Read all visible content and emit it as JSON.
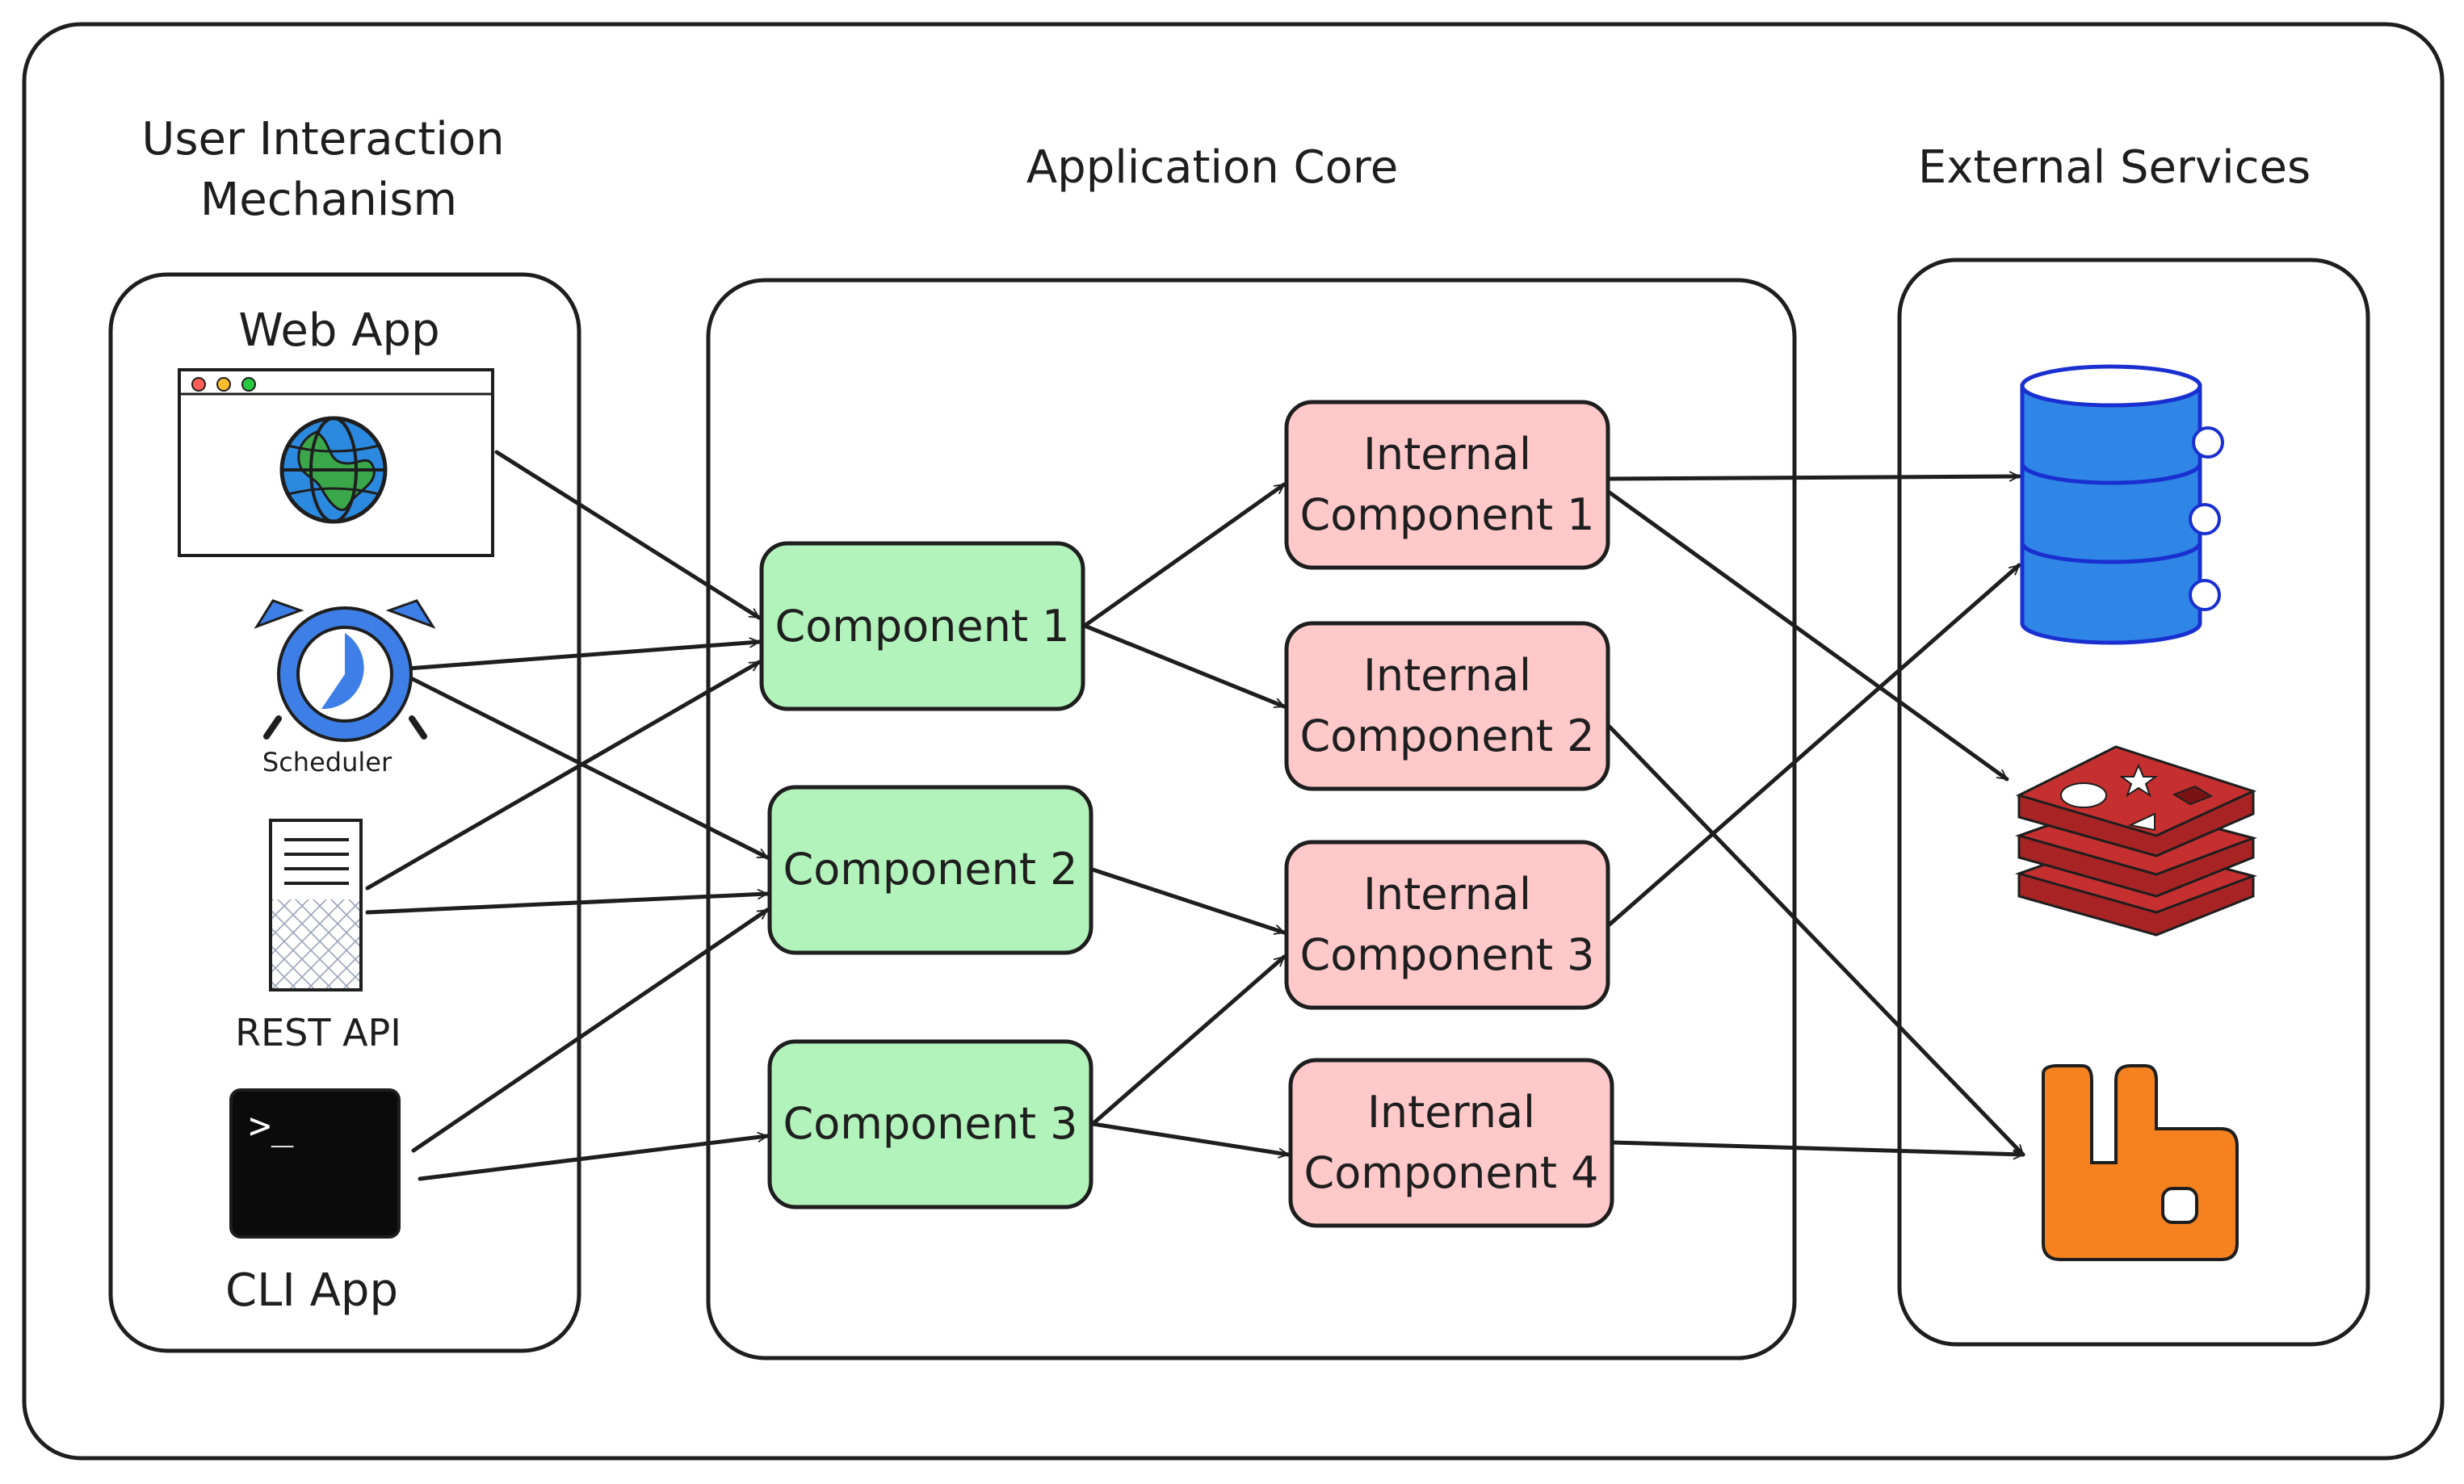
{
  "sections": {
    "user": {
      "title_line1": "User Interaction",
      "title_line2": "Mechanism"
    },
    "core": {
      "title": "Application Core"
    },
    "external": {
      "title": "External Services"
    }
  },
  "clients": {
    "web": {
      "label": "Web App",
      "icon": "browser-globe-icon"
    },
    "scheduler": {
      "label": "Scheduler",
      "icon": "alarm-clock-icon"
    },
    "rest": {
      "label": "REST API",
      "icon": "server-document-icon"
    },
    "cli": {
      "label": "CLI App",
      "icon": "terminal-icon",
      "prompt": ">_"
    }
  },
  "components": [
    {
      "id": "c1",
      "label": "Component 1"
    },
    {
      "id": "c2",
      "label": "Component 2"
    },
    {
      "id": "c3",
      "label": "Component 3"
    }
  ],
  "internal_components": [
    {
      "id": "i1",
      "line1": "Internal",
      "line2": "Component 1"
    },
    {
      "id": "i2",
      "line1": "Internal",
      "line2": "Component 2"
    },
    {
      "id": "i3",
      "line1": "Internal",
      "line2": "Component 3"
    },
    {
      "id": "i4",
      "line1": "Internal",
      "line2": "Component 4"
    }
  ],
  "external_services": [
    {
      "id": "db",
      "icon": "database-icon"
    },
    {
      "id": "cache",
      "icon": "redis-icon"
    },
    {
      "id": "queue",
      "icon": "rabbitmq-icon"
    }
  ],
  "edges": [
    {
      "from": "web",
      "to": "c1"
    },
    {
      "from": "scheduler",
      "to": "c1"
    },
    {
      "from": "scheduler",
      "to": "c2"
    },
    {
      "from": "rest",
      "to": "c1"
    },
    {
      "from": "rest",
      "to": "c2"
    },
    {
      "from": "cli",
      "to": "c2"
    },
    {
      "from": "cli",
      "to": "c3"
    },
    {
      "from": "c1",
      "to": "i1"
    },
    {
      "from": "c1",
      "to": "i2"
    },
    {
      "from": "c2",
      "to": "i3"
    },
    {
      "from": "c3",
      "to": "i3"
    },
    {
      "from": "c3",
      "to": "i4"
    },
    {
      "from": "i1",
      "to": "db"
    },
    {
      "from": "i1",
      "to": "cache"
    },
    {
      "from": "i2",
      "to": "queue"
    },
    {
      "from": "i3",
      "to": "db"
    },
    {
      "from": "i4",
      "to": "queue"
    }
  ],
  "colors": {
    "stroke": "#1e1e1e",
    "component_fill": "#b2f2bb",
    "internal_fill": "#ffc9c9",
    "db_fill": "#2f86e6",
    "db_stroke": "#1a2fd0",
    "redis_fill": "#c62f2f",
    "rabbit_fill": "#f5821f",
    "clock_fill": "#3d7fe6",
    "globe_fill": "#2b8ae0",
    "land_fill": "#3aa84a"
  }
}
